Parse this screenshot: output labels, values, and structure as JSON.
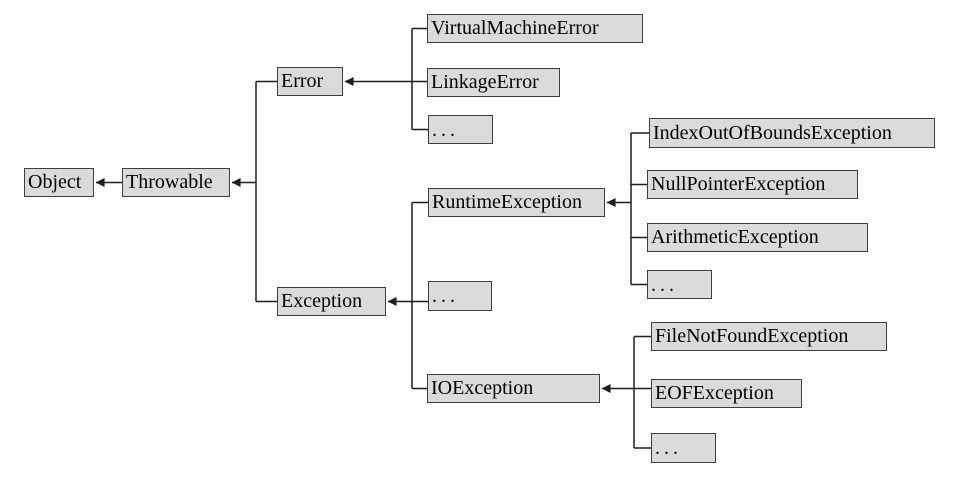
{
  "diagram": {
    "type": "class-hierarchy",
    "nodes": {
      "object": {
        "label": "Object"
      },
      "throwable": {
        "label": "Throwable",
        "parent": "object"
      },
      "error": {
        "label": "Error",
        "parent": "throwable"
      },
      "virtual_machine_error": {
        "label": "VirtualMachineError",
        "parent": "error"
      },
      "linkage_error": {
        "label": "LinkageError",
        "parent": "error"
      },
      "error_ellipsis": {
        "label": "...",
        "parent": "error"
      },
      "exception": {
        "label": "Exception",
        "parent": "throwable"
      },
      "runtime_exception": {
        "label": "RuntimeException",
        "parent": "exception"
      },
      "index_out_of_bounds_exception": {
        "label": "IndexOutOfBoundsException",
        "parent": "runtime_exception"
      },
      "null_pointer_exception": {
        "label": "NullPointerException",
        "parent": "runtime_exception"
      },
      "arithmetic_exception": {
        "label": "ArithmeticException",
        "parent": "runtime_exception"
      },
      "runtime_ellipsis": {
        "label": "...",
        "parent": "runtime_exception"
      },
      "exception_ellipsis": {
        "label": "...",
        "parent": "exception"
      },
      "io_exception": {
        "label": "IOException",
        "parent": "exception"
      },
      "file_not_found_exception": {
        "label": "FileNotFoundException",
        "parent": "io_exception"
      },
      "eof_exception": {
        "label": "EOFException",
        "parent": "io_exception"
      },
      "io_ellipsis": {
        "label": "...",
        "parent": "io_exception"
      }
    },
    "colors": {
      "node_fill": "#dbdbdb",
      "node_border": "#3f3f3f",
      "connector": "#1f1f1f",
      "background": "#ffffff"
    }
  }
}
